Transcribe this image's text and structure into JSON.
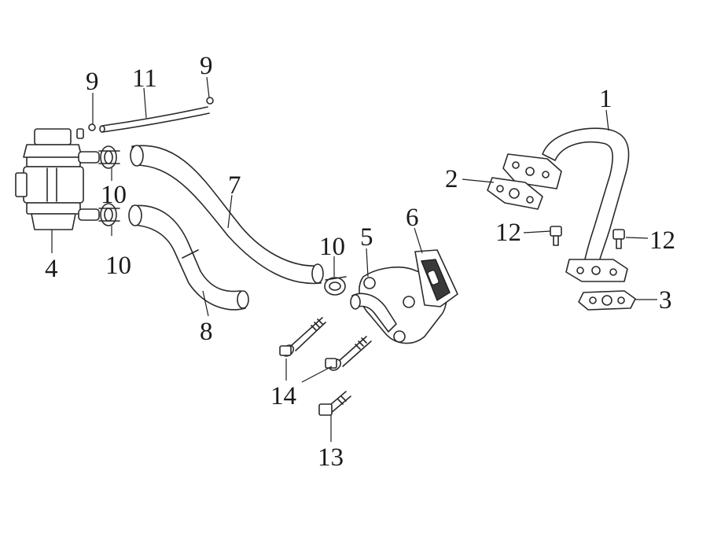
{
  "callouts": {
    "c1": "1",
    "c2": "2",
    "c3": "3",
    "c4": "4",
    "c5": "5",
    "c6": "6",
    "c7": "7",
    "c8": "8",
    "c9a": "9",
    "c9b": "9",
    "c10a": "10",
    "c10b": "10",
    "c10c": "10",
    "c11": "11",
    "c12a": "12",
    "c12b": "12",
    "c13": "13",
    "c14": "14"
  }
}
